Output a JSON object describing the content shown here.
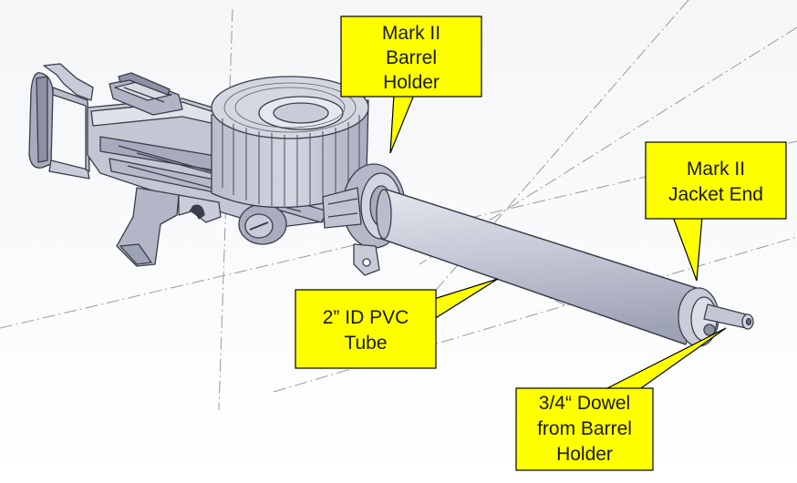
{
  "colors": {
    "background_top": "#f4f6f8",
    "background_bottom": "#ffffff",
    "model_fill": "#c9ccd8",
    "model_shade": "#a7abbd",
    "model_light": "#e2e4ec",
    "model_edge": "#3a3d4a",
    "construction_line": "#9a9a9a",
    "callout_fill": "#ffff00",
    "callout_border": "#000000"
  },
  "callouts": [
    {
      "id": "barrel-holder",
      "lines": [
        "Mark II",
        "Barrel",
        "Holder"
      ]
    },
    {
      "id": "jacket-end",
      "lines": [
        "Mark II",
        "Jacket End"
      ]
    },
    {
      "id": "pvc-tube",
      "lines": [
        "2” ID PVC",
        "Tube"
      ]
    },
    {
      "id": "dowel",
      "lines": [
        "3/4“ Dowel",
        "from Barrel",
        "Holder"
      ]
    }
  ]
}
